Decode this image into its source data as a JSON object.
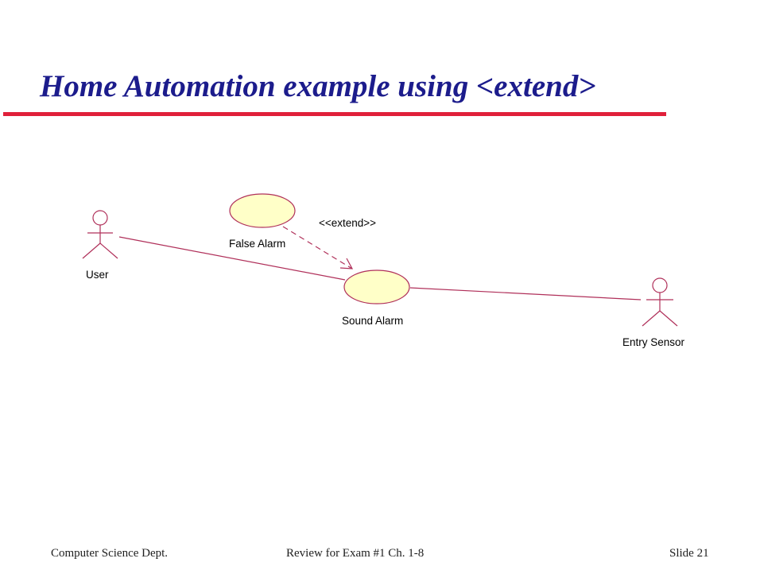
{
  "slide": {
    "title": "Home Automation example using <extend>"
  },
  "diagram": {
    "actors": {
      "user": "User",
      "entry_sensor": "Entry Sensor"
    },
    "use_cases": {
      "false_alarm": "False Alarm",
      "sound_alarm": "Sound Alarm"
    },
    "relation_label": "<<extend>>",
    "colors": {
      "line": "#b0305a",
      "fill": "#ffffc8",
      "title": "#1c1c8c",
      "rule": "#e0203a"
    }
  },
  "footer": {
    "left": "Computer Science Dept.",
    "center": "Review for Exam #1 Ch. 1-8",
    "right": "Slide  21"
  }
}
